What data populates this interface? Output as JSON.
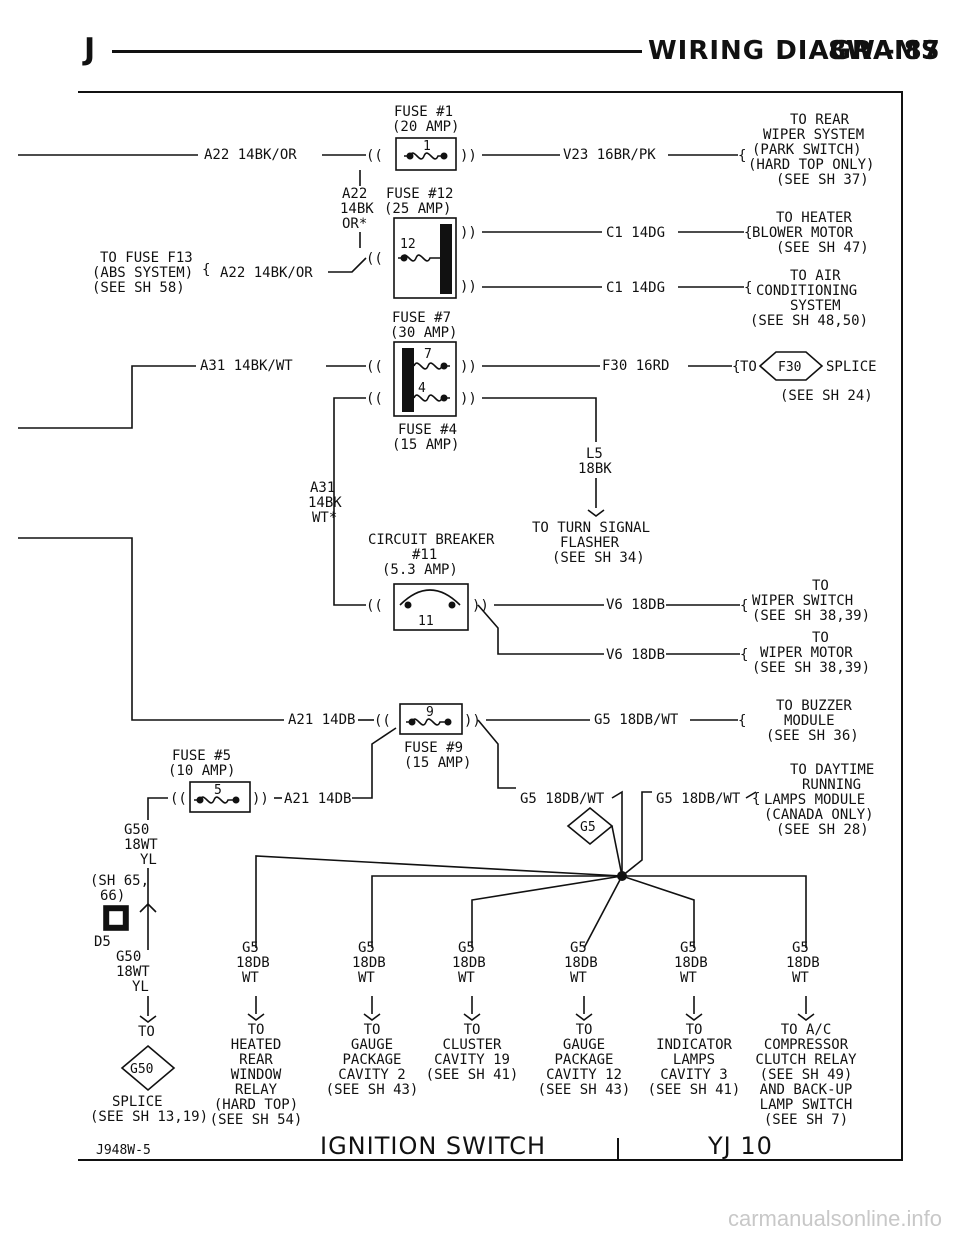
{
  "header": {
    "brand": "J",
    "title": "WIRING DIAGRAMS",
    "page": "8W - 87"
  },
  "fuses": {
    "f1_num": "1",
    "f1_label": "FUSE #1",
    "f1_amp": "(20 AMP)",
    "f12_num": "12",
    "f12_label": "FUSE #12",
    "f12_amp": "(25 AMP)",
    "f7_num": "7",
    "f7_label": "FUSE #7",
    "f7_amp": "(30 AMP)",
    "f4_num": "4",
    "f4_label": "FUSE #4",
    "f4_amp": "(15 AMP)",
    "cb11_num": "11",
    "cb11_l1": "CIRCUIT BREAKER",
    "cb11_l2": "#11",
    "cb11_l3": "(5.3 AMP)",
    "f9_num": "9",
    "f9_label": "FUSE #9",
    "f9_amp": "(15 AMP)",
    "f5_num": "5",
    "f5_label": "FUSE #5",
    "f5_amp": "(10 AMP)"
  },
  "wires": {
    "a22_top": "A22 14BK/OR",
    "a22_vert": [
      "A22",
      "14BK",
      "OR*"
    ],
    "a22_left": "A22 14BK/OR",
    "v23": "V23 16BR/PK",
    "c1_a": "C1 14DG",
    "c1_b": "C1 14DG",
    "a31_top": "A31 14BK/WT",
    "a31_vert": [
      "A31",
      "14BK",
      "WT*"
    ],
    "f30": "F30 16RD",
    "l5": [
      "L5",
      "18BK"
    ],
    "v6_a": "V6 18DB",
    "v6_b": "V6 18DB",
    "a21_top": "A21 14DB",
    "a21_f5": "A21 14DB",
    "g5_f9": "G5 18DB/WT",
    "g5_mid": "G5 18DB/WT",
    "g5_right": "G5 18DB/WT",
    "g50_top": [
      "G50",
      "18WT",
      "YL"
    ],
    "g50_bot": [
      "G50",
      "18WT",
      "YL"
    ],
    "sh_ref": [
      "(SH 65,",
      "66)"
    ],
    "d5": "D5"
  },
  "destinations": {
    "rear_wiper": [
      "TO REAR",
      "WIPER SYSTEM",
      "(PARK SWITCH)",
      "(HARD TOP ONLY)",
      "(SEE SH 37)"
    ],
    "heater_blower": [
      "TO HEATER",
      "BLOWER MOTOR",
      "(SEE SH 47)"
    ],
    "air_cond": [
      "TO AIR",
      "CONDITIONING",
      "SYSTEM",
      "(SEE SH 48,50)"
    ],
    "fuse_f13": [
      "TO FUSE F13",
      "(ABS SYSTEM)",
      "(SEE SH 58)"
    ],
    "f30_splice_to": "TO",
    "f30_splice_id": "F30",
    "f30_splice_word": "SPLICE",
    "f30_splice_see": "(SEE SH 24)",
    "turn_flasher": [
      "TO TURN SIGNAL",
      "FLASHER",
      "(SEE SH 34)"
    ],
    "wiper_switch": [
      "TO",
      "WIPER SWITCH",
      "(SEE SH 38,39)"
    ],
    "wiper_motor": [
      "TO",
      "WIPER MOTOR",
      "(SEE SH 38,39)"
    ],
    "buzzer": [
      "TO BUZZER",
      "MODULE",
      "(SEE SH 36)"
    ],
    "drl": [
      "TO DAYTIME",
      "RUNNING",
      "LAMPS MODULE",
      "(CANADA ONLY)",
      "(SEE SH 28)"
    ],
    "g5_splice_id": "G5",
    "g50_splice_id": "G50",
    "g50_splice": [
      "TO",
      "SPLICE",
      "(SEE SH 13,19)"
    ]
  },
  "bottom_branches": [
    {
      "wire": [
        "G5",
        "18DB",
        "WT"
      ],
      "dest": [
        "TO",
        "HEATED",
        "REAR",
        "WINDOW",
        "RELAY",
        "(HARD TOP)",
        "(SEE SH 54)"
      ]
    },
    {
      "wire": [
        "G5",
        "18DB",
        "WT"
      ],
      "dest": [
        "TO",
        "GAUGE",
        "PACKAGE",
        "CAVITY 2",
        "(SEE SH 43)"
      ]
    },
    {
      "wire": [
        "G5",
        "18DB",
        "WT"
      ],
      "dest": [
        "TO",
        "CLUSTER",
        "CAVITY 19",
        "(SEE SH 41)"
      ]
    },
    {
      "wire": [
        "G5",
        "18DB",
        "WT"
      ],
      "dest": [
        "TO",
        "GAUGE",
        "PACKAGE",
        "CAVITY 12",
        "(SEE SH 43)"
      ]
    },
    {
      "wire": [
        "G5",
        "18DB",
        "WT"
      ],
      "dest": [
        "TO",
        "INDICATOR",
        "LAMPS",
        "CAVITY 3",
        "(SEE SH 41)"
      ]
    },
    {
      "wire": [
        "G5",
        "18DB",
        "WT"
      ],
      "dest": [
        "TO A/C",
        "COMPRESSOR",
        "CLUTCH RELAY",
        "(SEE SH 49)",
        "AND BACK-UP",
        "LAMP SWITCH",
        "(SEE SH 7)"
      ]
    }
  ],
  "footer": {
    "code": "J948W-5",
    "title": "IGNITION SWITCH",
    "model": "YJ 10"
  },
  "watermark": "carmanualsonline.info"
}
